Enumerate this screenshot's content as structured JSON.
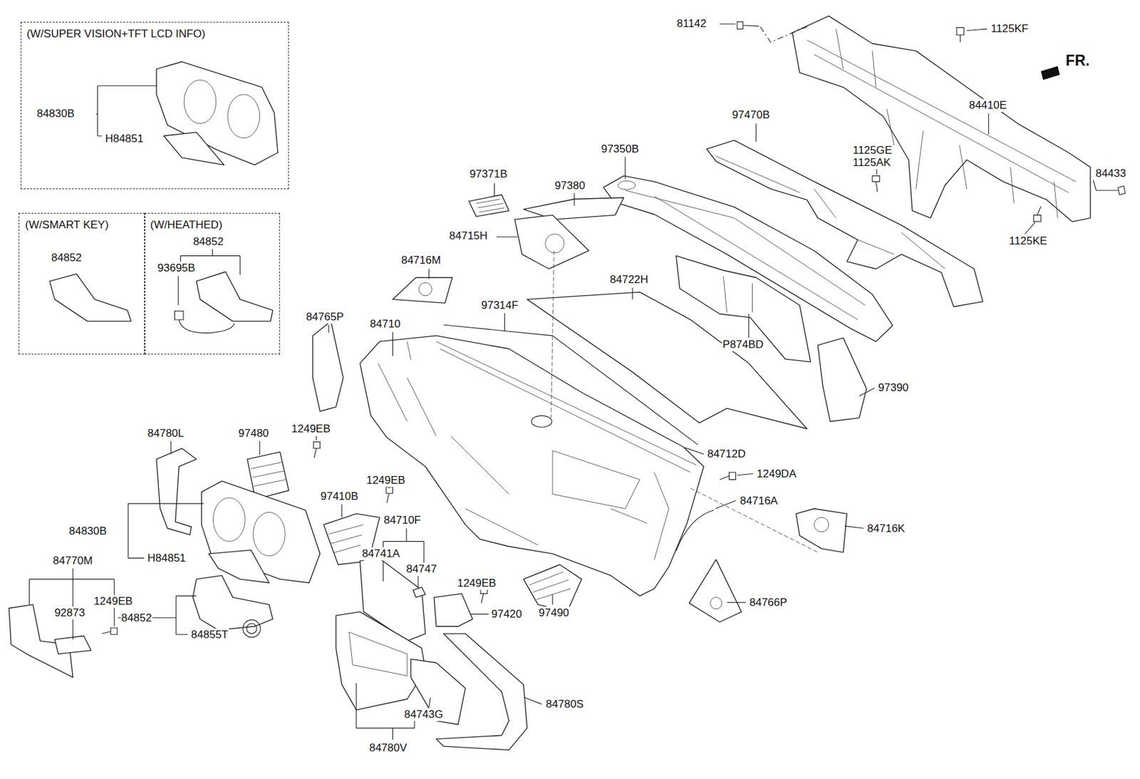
{
  "diagram": {
    "nodes": [
      {
        "text": [
          "(W/SUPER VISION+TFT LCD INFO)",
          "84830B",
          "H84851"
        ]
      },
      {
        "text": [
          "(W/SMART KEY)",
          "84852"
        ]
      },
      {
        "text": [
          "(W/HEATHED)",
          "84852",
          "93695B"
        ]
      }
    ],
    "labels": [
      "81142",
      "1125KF",
      "FR.",
      "84410E",
      "97470B",
      "97350B",
      "1125GE",
      "1125AK",
      "84433",
      "97371B",
      "97380",
      "84715H",
      "1125KE",
      "84716M",
      "84722H",
      "97314F",
      "84765P",
      "84710",
      "P874BD",
      "97390",
      "1249EB",
      "84780L",
      "97480",
      "84712D",
      "1249DA",
      "1249EB",
      "97410B",
      "84716A",
      "84710F",
      "84716K",
      "84830B",
      "84741A",
      "H84851",
      "84770M",
      "84747",
      "1249EB",
      "1249EB",
      "84766P",
      "92873",
      "97490",
      "97420",
      "84852",
      "84855T",
      "84780S",
      "84743G",
      "84780V"
    ]
  }
}
